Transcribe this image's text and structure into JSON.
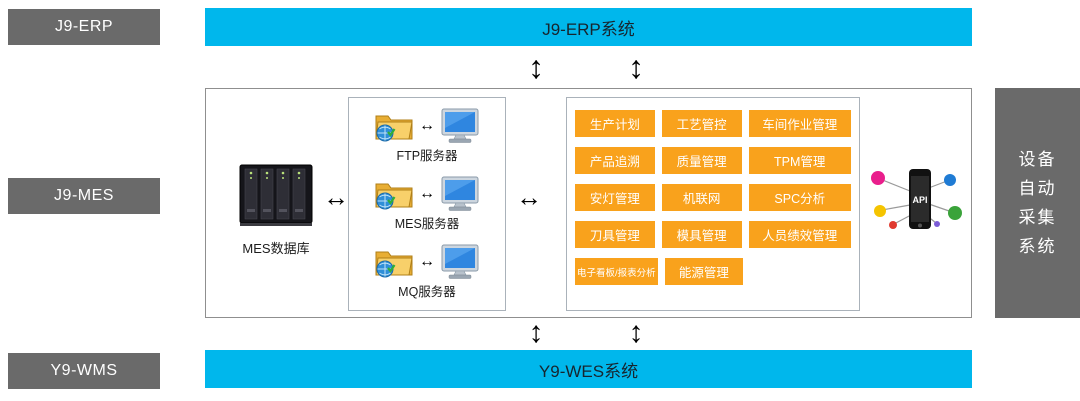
{
  "colors": {
    "cyan": "#00b7ec",
    "gray": "#6a6a6a",
    "orange": "#f9a21c",
    "text_dark": "#17252e"
  },
  "icons": {
    "horizontal_arrow": "↔",
    "vertical_arrow": "↕"
  },
  "side_labels": {
    "erp": "J9-ERP",
    "mes": "J9-MES",
    "wms": "Y9-WMS"
  },
  "top_bar": {
    "label": "J9-ERP系统"
  },
  "bottom_bar": {
    "label": "Y9-WES系统"
  },
  "right_panel": {
    "lines": [
      "设备",
      "自动",
      "采集",
      "系统"
    ]
  },
  "mes": {
    "database_label": "MES数据库",
    "api_label": "API",
    "servers": [
      {
        "label": "FTP服务器"
      },
      {
        "label": "MES服务器"
      },
      {
        "label": "MQ服务器"
      }
    ],
    "modules": [
      [
        "生产计划",
        "工艺管控",
        "车间作业管理"
      ],
      [
        "产品追溯",
        "质量管理",
        "TPM管理"
      ],
      [
        "安灯管理",
        "机联网",
        "SPC分析"
      ],
      [
        "刀具管理",
        "模具管理",
        "人员绩效管理"
      ],
      [
        "电子看板/报表分析",
        "能源管理"
      ]
    ]
  }
}
